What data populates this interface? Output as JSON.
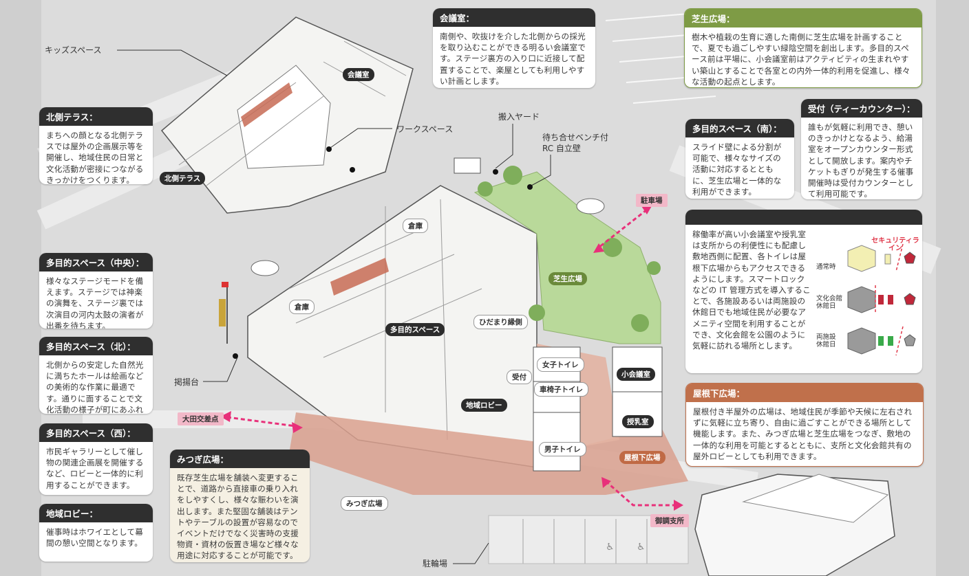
{
  "callouts": {
    "kids_space": "キッズスペース",
    "work_space": "ワークスペース",
    "loading_yard": "搬入ヤード",
    "bench_wall_line1": "待ち合せベンチ付",
    "bench_wall_line2": "RC 自立壁",
    "flag_stand": "掲揚台",
    "parking_bottom": "駐輪場"
  },
  "map_labels": {
    "north_terrace": "北側テラス",
    "conference": "会議室",
    "storage_1": "倉庫",
    "storage_2": "倉庫",
    "multi_space": "多目的スペース",
    "hidamari": "ひだまり縁側",
    "reception": "受付",
    "womens_toilet": "女子トイレ",
    "accessible_toilet": "車椅子トイレ",
    "mens_toilet": "男子トイレ",
    "local_lobby": "地域ロビー",
    "small_conference": "小会議室",
    "nursing_room": "授乳室",
    "lawn_plaza": "芝生広場",
    "under_roof_plaza": "屋根下広場",
    "mitsugi_plaza": "みつぎ広場",
    "parking_lot": "駐車場",
    "ota_intersection": "大田交差点",
    "branch_office": "御調支所"
  },
  "panels": {
    "north_terrace": {
      "title": "北側テラス：",
      "body": "まちへの顔となる北側テラスでは屋外の企画展示等を開催し、地域住民の日常と文化活動が密接につながるきっかけをつくります。"
    },
    "multi_center": {
      "title": "多目的スペース（中央）：",
      "body": "様々なステージモードを備えます。ステージでは神楽の演舞を、ステージ裏では次演目の河内太鼓の演者が出番を待ちます。"
    },
    "multi_north": {
      "title": "多目的スペース（北）：",
      "body": "北側からの安定した自然光に満ちたホールは絵画などの美術的な作業に最適です。通りに面することで文化活動の様子が町にあふれます。"
    },
    "multi_west": {
      "title": "多目的スペース（西）：",
      "body": "市民ギャラリーとして催し物の関連企画展を開催するなど、ロビーと一体的に利用することができます。"
    },
    "local_lobby": {
      "title": "地域ロビー：",
      "body": "催事時はホワイエとして幕間の憩い空間となります。"
    },
    "mitsugi": {
      "title": "みつぎ広場：",
      "body": "既存芝生広場を舗装へ変更することで、道路から直接車の乗り入れをしやすくし、様々な賑わいを演出します。また堅固な舗装はテントやテーブルの設置が容易なのでイベントだけでなく災害時の支援物資・資材の仮置き場など様々な用途に対応することが可能です。"
    },
    "conference": {
      "title": "会議室：",
      "body": "南側や、吹抜けを介した北側からの採光を取り込むことができる明るい会議室です。ステージ裏方の入り口に近接して配置することで、楽屋としても利用しやすい計画とします。"
    },
    "lawn": {
      "title": "芝生広場：",
      "body": "樹木や植栽の生育に適した南側に芝生広場を計画することで、夏でも過ごしやすい緑陰空間を創出します。多目的スペース前は平場に、小会議室前はアクティビティの生まれやすい築山とすることで各室との内外一体的利用を促進し、様々な活動の起点とします。"
    },
    "multi_south": {
      "title": "多目的スペース（南）：",
      "body": "スライド壁による分割が可能で、様々なサイズの活動に対応するとともに、芝生広場と一体的な利用ができます。"
    },
    "reception": {
      "title": "受付（ティーカウンター）：",
      "body": "誰もが気軽に利用でき、憩いのきっかけとなるよう、給湯室をオープンカウンター形式として開放します。案内やチケットもぎりが発生する催事開催時は受付カウンターとして利用可能です。"
    },
    "toilets": {
      "title": "",
      "body": "稼働率が高い小会議室や授乳室は支所からの利便性にも配慮し敷地西側に配置、各トイレは屋根下広場からもアクセスできるようにします。スマートロックなどの IT 管理方式を導入することで、各施設あるいは両施設の休館日でも地域住民が必要なアメニティ空間を利用することができ、文化会館を公園のように気軽に訪れる場所とします。"
    },
    "under_roof": {
      "title": "屋根下広場：",
      "body": "屋根付き半屋外の広場は、地域住民が季節や天候に左右されずに気軽に立ち寄り、自由に過ごすことができる場所として機能します。また、みつぎ広場と芝生広場をつなぎ、敷地の一体的な利用を可能とするとともに、支所と文化会館共有の屋外ロビーとしても利用できます。"
    }
  },
  "legend": {
    "security_line": "セキュリティライン",
    "normal": "通常時",
    "culture_closed_1": "文化会館",
    "culture_closed_2": "休館日",
    "both_closed_1": "両施設",
    "both_closed_2": "休館日"
  },
  "colors": {
    "lawn": "#b9d99a",
    "paving": "#d9a08e",
    "panel_header": "#2f2f2f",
    "green_header": "#7e9b45",
    "orange_header": "#c0704b",
    "arrow": "#e8307a",
    "security": "#e0384a"
  }
}
